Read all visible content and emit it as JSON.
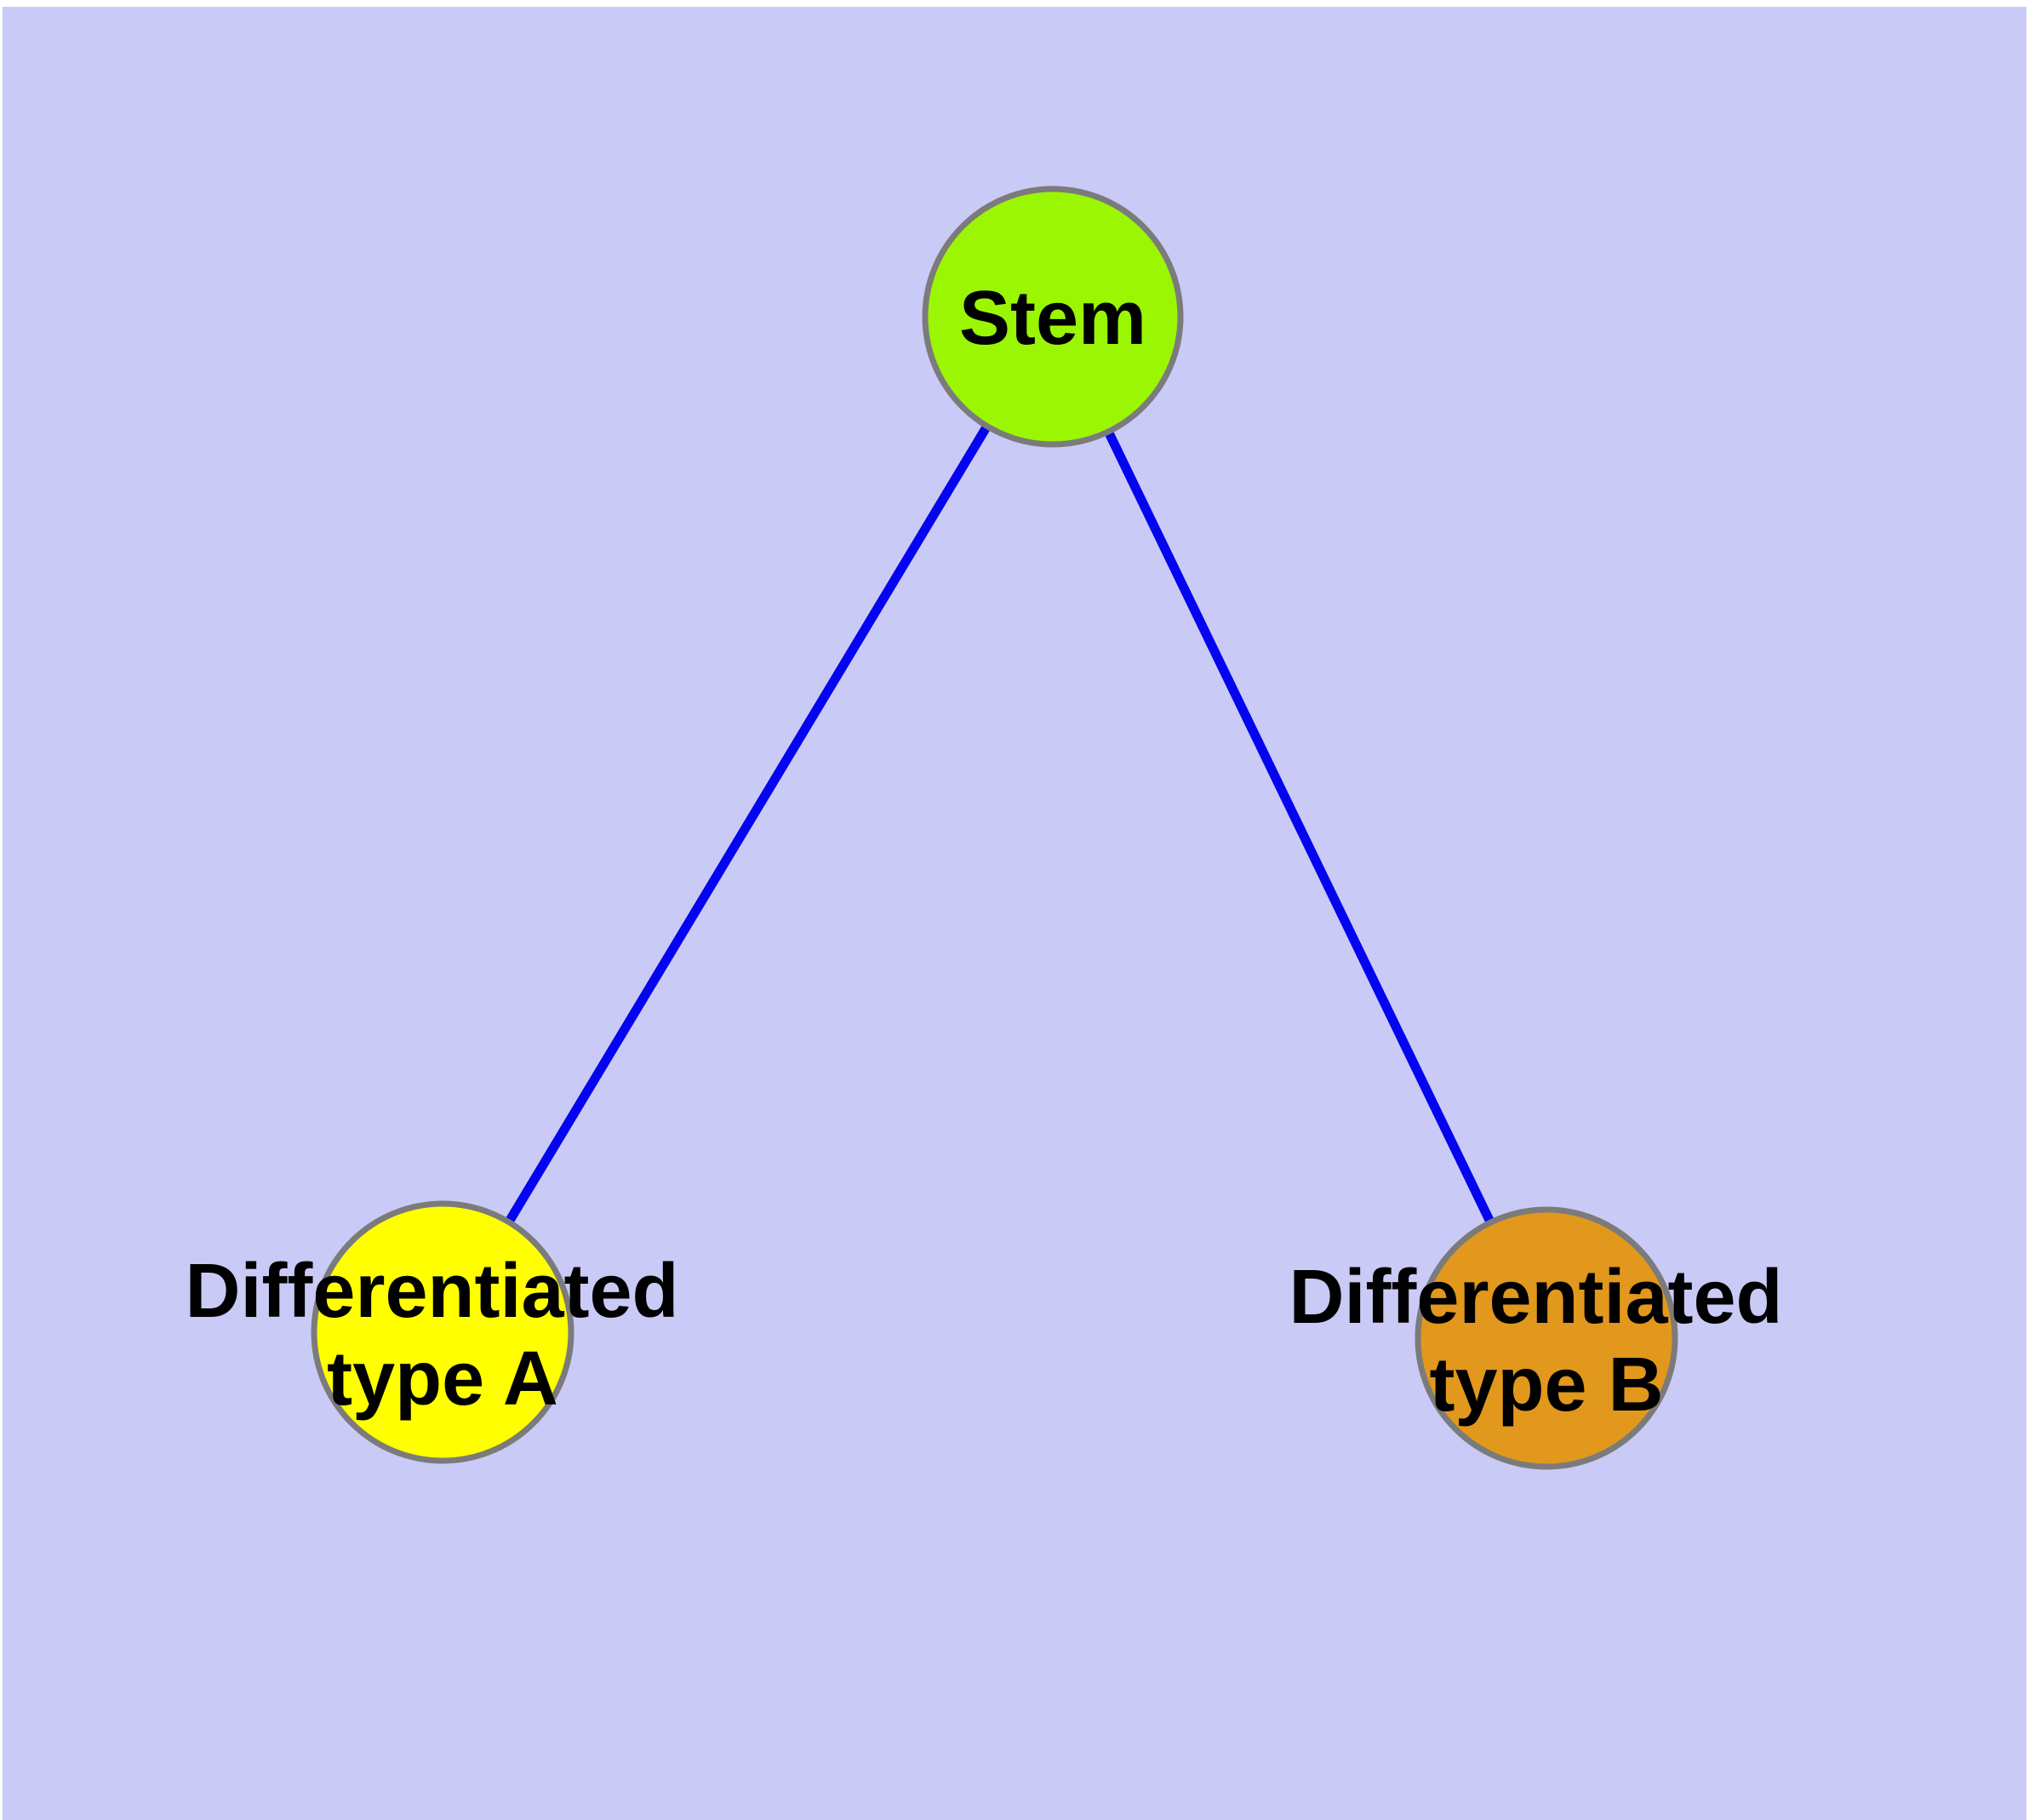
{
  "diagram": {
    "type": "tree",
    "description": "Stem cell differentiation tree with one root node and two child nodes",
    "colors": {
      "page_margin": "#FFFFFF",
      "background": "#CACAF6",
      "edge": "#0404F0",
      "node_border": "#7B7B7B",
      "label_text": "#000000"
    },
    "nodes": {
      "stem": {
        "label": "Stem",
        "fill": "#9BF603"
      },
      "type_a": {
        "label_line1": "Differentiated",
        "label_line2": "type A",
        "fill": "#FFFF00"
      },
      "type_b": {
        "label_line1": "Differentiated",
        "label_line2": "type B",
        "fill": "#E2981D"
      }
    },
    "edges": [
      {
        "from": "Stem",
        "to": "Differentiated type A"
      },
      {
        "from": "Stem",
        "to": "Differentiated type B"
      }
    ]
  }
}
